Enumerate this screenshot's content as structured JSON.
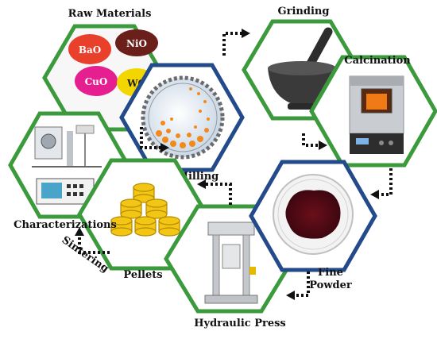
{
  "labels": {
    "raw_materials": "Raw Materials",
    "grinding": "Grinding",
    "calcination": "Calcination",
    "ball_milling": "Ball Milling",
    "fine_powder_line1": "Fine",
    "fine_powder_line2": "Powder",
    "hydraulic_press": "Hydraulic Press",
    "pellets": "Pellets",
    "characterizations": "Characterizations",
    "sintering": "Sintering"
  },
  "powders": {
    "bao": "BaO",
    "nio": "NiO",
    "cuo": "CuO",
    "wo": "WO"
  },
  "colors": {
    "green_border": "#3b9a3b",
    "blue_border": "#234a8a",
    "pellet": "#f3c515",
    "arrow": "#111111"
  }
}
